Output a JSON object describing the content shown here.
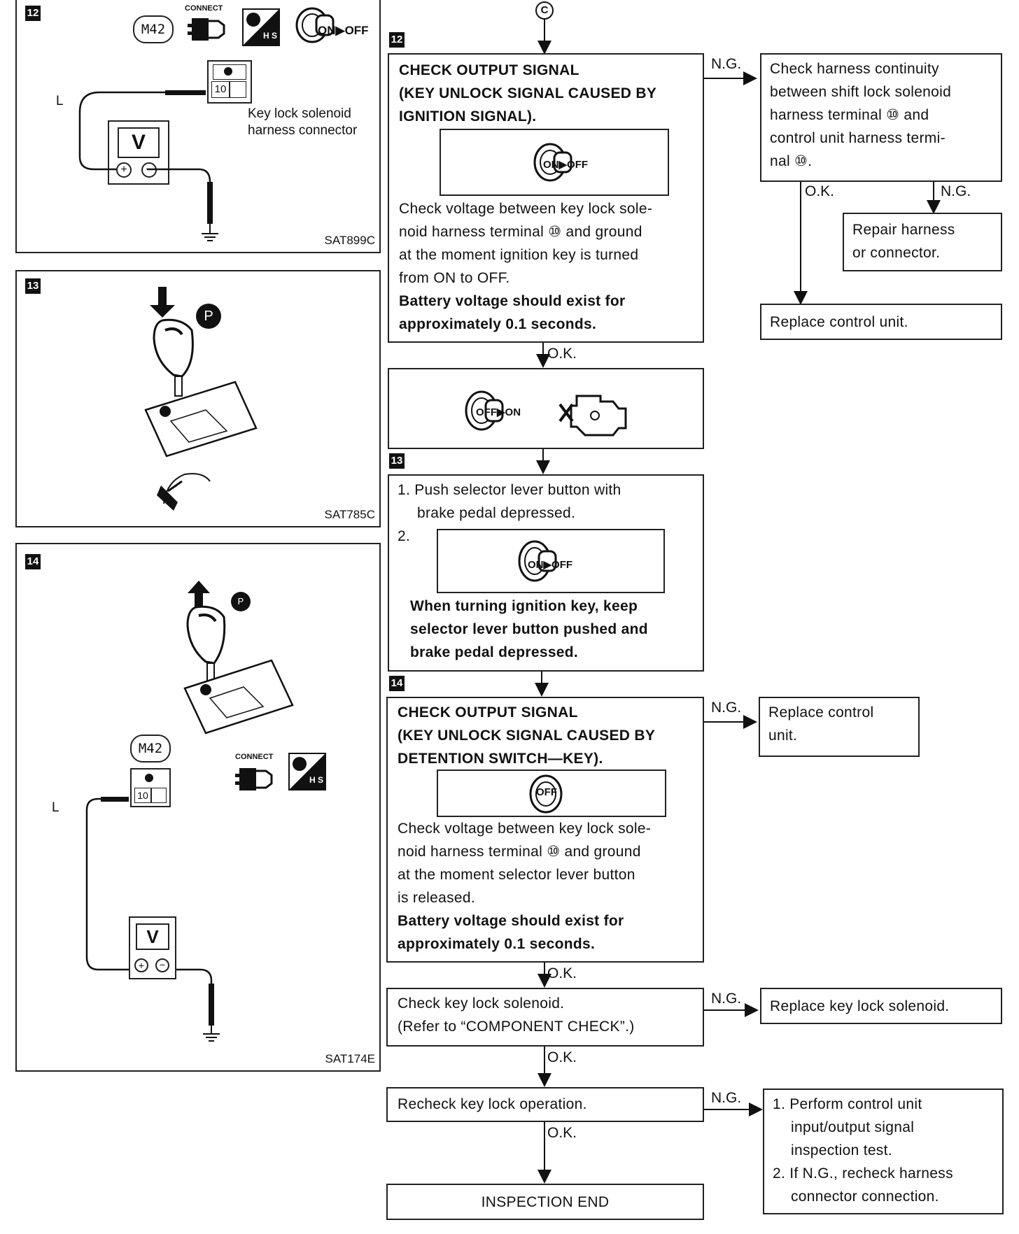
{
  "connector_c": "C",
  "steps": {
    "s12": "12",
    "s13": "13",
    "s14": "14"
  },
  "panel12": {
    "connector_id": "M42",
    "connect_label": "CONNECT",
    "hs_label": "H S",
    "ignition_label": "ON▶OFF",
    "terminal": "10",
    "wire_color": "L",
    "meter": "V",
    "caption_line1": "Key lock solenoid",
    "caption_line2": "harness connector",
    "code": "SAT899C"
  },
  "panel13": {
    "p_label": "P",
    "code": "SAT785C"
  },
  "panel14": {
    "p_label": "P",
    "connector_id": "M42",
    "connect_label": "CONNECT",
    "hs_label": "H S",
    "terminal": "10",
    "wire_color": "L",
    "meter": "V",
    "code": "SAT174E"
  },
  "flow": {
    "box12": {
      "title1": "CHECK OUTPUT SIGNAL",
      "title2": "(KEY UNLOCK SIGNAL CAUSED BY",
      "title3": "IGNITION SIGNAL).",
      "icon_label": "ON▶OFF",
      "body1": "Check voltage between key lock sole-",
      "body2": "noid harness terminal ⑩ and ground",
      "body3": "at the moment ignition key is turned",
      "body4": "from ON to OFF.",
      "bold1": "Battery voltage should exist for",
      "bold2": "approximately 0.1 seconds."
    },
    "ng": "N.G.",
    "ok": "O.K.",
    "ok_short": "O.K.",
    "harness_check": {
      "l1": "Check harness continuity",
      "l2": "between shift lock solenoid",
      "l3": "harness terminal ⑩ and",
      "l4": "control unit harness termi-",
      "l5": "nal ⑩."
    },
    "repair": {
      "l1": "Repair harness",
      "l2": "or connector."
    },
    "replace_cu": "Replace control unit.",
    "start_box": {
      "key_label": "OFF▶ON"
    },
    "box13": {
      "l1": "1. Push selector lever button with",
      "l2": "brake pedal depressed.",
      "num2": "2.",
      "icon_label": "ON▶OFF",
      "b1": "When turning ignition key, keep",
      "b2": "selector lever button pushed and",
      "b3": "brake pedal depressed."
    },
    "box14": {
      "title1": "CHECK OUTPUT SIGNAL",
      "title2": "(KEY UNLOCK SIGNAL CAUSED BY",
      "title3": "DETENTION SWITCH—KEY).",
      "icon_label": "OFF",
      "body1": "Check voltage between key lock sole-",
      "body2": "noid harness terminal ⑩ and ground",
      "body3": "at the moment selector lever button",
      "body4": "is released.",
      "bold1": "Battery voltage should exist for",
      "bold2": "approximately 0.1 seconds."
    },
    "replace_cu2": {
      "l1": "Replace control",
      "l2": "unit."
    },
    "solenoid_check": {
      "l1": "Check key lock solenoid.",
      "l2": "(Refer to “COMPONENT CHECK”.)"
    },
    "replace_solenoid": "Replace key lock solenoid.",
    "recheck": "Recheck key lock operation.",
    "perform": {
      "l1": "1. Perform control unit",
      "l2": "input/output signal",
      "l3": "inspection test.",
      "l4": "2. If N.G., recheck harness",
      "l5": "connector connection."
    },
    "end": "INSPECTION END"
  }
}
